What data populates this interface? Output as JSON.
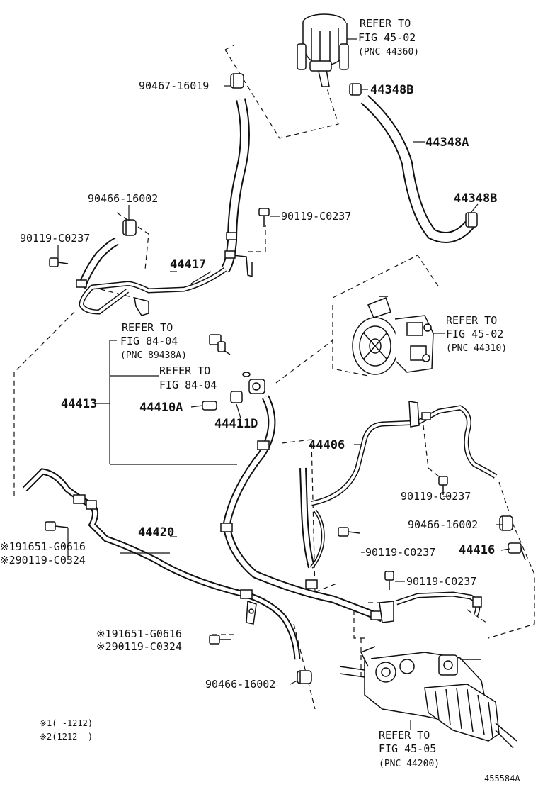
{
  "labels": {
    "reservoir_ref_1": "REFER TO",
    "reservoir_ref_2": "FIG 45-02",
    "reservoir_ref_3": "(PNC 44360)",
    "p90467": "90467-16019",
    "p44348b_top": "44348B",
    "p44348a": "44348A",
    "p44348b_mid": "44348B",
    "p90466_top": "90466-16002",
    "p90119_a": "90119-C0237",
    "p90119_b": "90119-C0237",
    "p44417": "44417",
    "pump_ref_1": "REFER TO",
    "pump_ref_2": "FIG 45-02",
    "pump_ref_3": "(PNC 44310)",
    "sw_ref_1": "REFER TO",
    "sw_ref_2": "FIG 84-04",
    "sw_ref_3": "(PNC 89438A)",
    "sw2_ref_1": "REFER TO",
    "sw2_ref_2": "FIG 84-04",
    "p44413": "44413",
    "p44410a": "44410A",
    "p44411d": "44411D",
    "p44406": "44406",
    "p90119_c": "90119-C0237",
    "p90466_mid": "90466-16002",
    "p44416": "44416",
    "p90119_d": "90119-C0237",
    "p90119_e": "90119-C0237",
    "p44420": "44420",
    "star1_a": "※191651-G0616",
    "star2_a": "※290119-C0324",
    "star1_b": "※191651-G0616",
    "star2_b": "※290119-C0324",
    "p90466_bot": "90466-16002",
    "note1": "※1(   -1212)",
    "note2": "※2(1212-   )",
    "rack_ref_1": "REFER TO",
    "rack_ref_2": "FIG 45-05",
    "rack_ref_3": "(PNC 44200)",
    "figure_id": "455584A"
  }
}
